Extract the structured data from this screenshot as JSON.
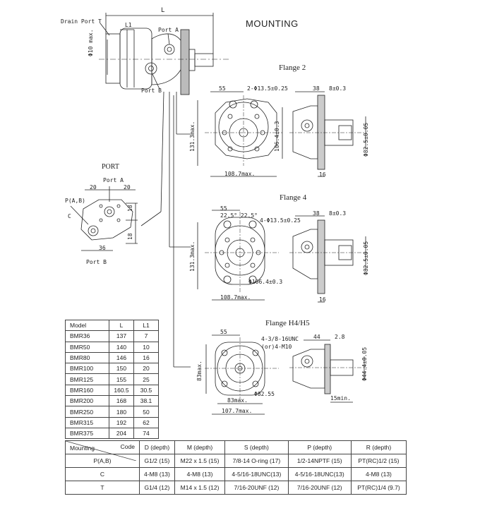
{
  "heading": "MOUNTING",
  "flanges": {
    "f2": {
      "label": "Flange 2",
      "hole_spec": "2-Φ13.5±0.25",
      "dim_top": "55",
      "dim_height": "131.3max.",
      "dim_bolt": "106.4±0.3",
      "dim_width": "108.7max.",
      "side_a": "38",
      "side_b": "8±0.3",
      "side_c": "16",
      "side_shaft": "Φ82.5±0.05"
    },
    "f4": {
      "label": "Flange 4",
      "hole_spec": "4-Φ13.5±0.25",
      "dim_top": "55",
      "angle": "22.5° 22.5°",
      "dim_height": "131.3max.",
      "dim_bolt": "Φ106.4±0.3",
      "dim_width": "108.7max.",
      "side_a": "38",
      "side_b": "8±0.3",
      "side_c": "16",
      "side_shaft": "Φ82.5±0.05"
    },
    "fh": {
      "label": "Flange H4/H5",
      "hole_spec_1": "4-3/8-16UNC",
      "hole_spec_2": "(or)4-M10",
      "dim_top": "55",
      "dim_height": "83max.",
      "dim_inner": "83max.",
      "dim_circle": "Φ82.55",
      "dim_width": "107.7max.",
      "side_a": "44",
      "side_b": "2.8",
      "side_min": "15min.",
      "side_shaft": "Φ44.4±0.05"
    }
  },
  "motor": {
    "drain_port": "Drain Port T",
    "dim_l": "L",
    "dim_l1": "L1",
    "port_a": "Port A",
    "port_b": "Port B",
    "dia": "Φ10 max."
  },
  "port": {
    "title": "PORT",
    "port_a": "Port A",
    "port_b": "Port B",
    "p_label": "P(A,B)",
    "c_label": "C",
    "dim_20a": "20",
    "dim_20b": "20",
    "dim_18a": "18",
    "dim_18b": "18",
    "dim_36": "36"
  },
  "model_table": {
    "headers": [
      "Model",
      "L",
      "L1"
    ],
    "rows": [
      [
        "BMR36",
        "137",
        "7"
      ],
      [
        "BMR50",
        "140",
        "10"
      ],
      [
        "BMR80",
        "146",
        "16"
      ],
      [
        "BMR100",
        "150",
        "20"
      ],
      [
        "BMR125",
        "155",
        "25"
      ],
      [
        "BMR160",
        "160.5",
        "30.5"
      ],
      [
        "BMR200",
        "168",
        "38.1"
      ],
      [
        "BMR250",
        "180",
        "50"
      ],
      [
        "BMR315",
        "192",
        "62"
      ],
      [
        "BMR375",
        "204",
        "74"
      ]
    ]
  },
  "mount_table": {
    "corner_code": "Code",
    "corner_mounting": "Mounting",
    "headers": [
      "D (depth)",
      "M (depth)",
      "S (depth)",
      "P (depth)",
      "R (depth)"
    ],
    "rows": [
      [
        "P(A,B)",
        "G1/2  (15)",
        "M22 x 1.5  (15)",
        "7/8-14  O-ring (17)",
        "1/2-14NPTF (15)",
        "PT(RC)1/2  (15)"
      ],
      [
        "C",
        "4-M8  (13)",
        "4-M8  (13)",
        "4-5/16-18UNC(13)",
        "4-5/16-18UNC(13)",
        "4-M8  (13)"
      ],
      [
        "T",
        "G1/4  (12)",
        "M14 x 1.5  (12)",
        "7/16-20UNF  (12)",
        "7/16-20UNF  (12)",
        "PT(RC)1/4     (9.7)"
      ]
    ]
  }
}
